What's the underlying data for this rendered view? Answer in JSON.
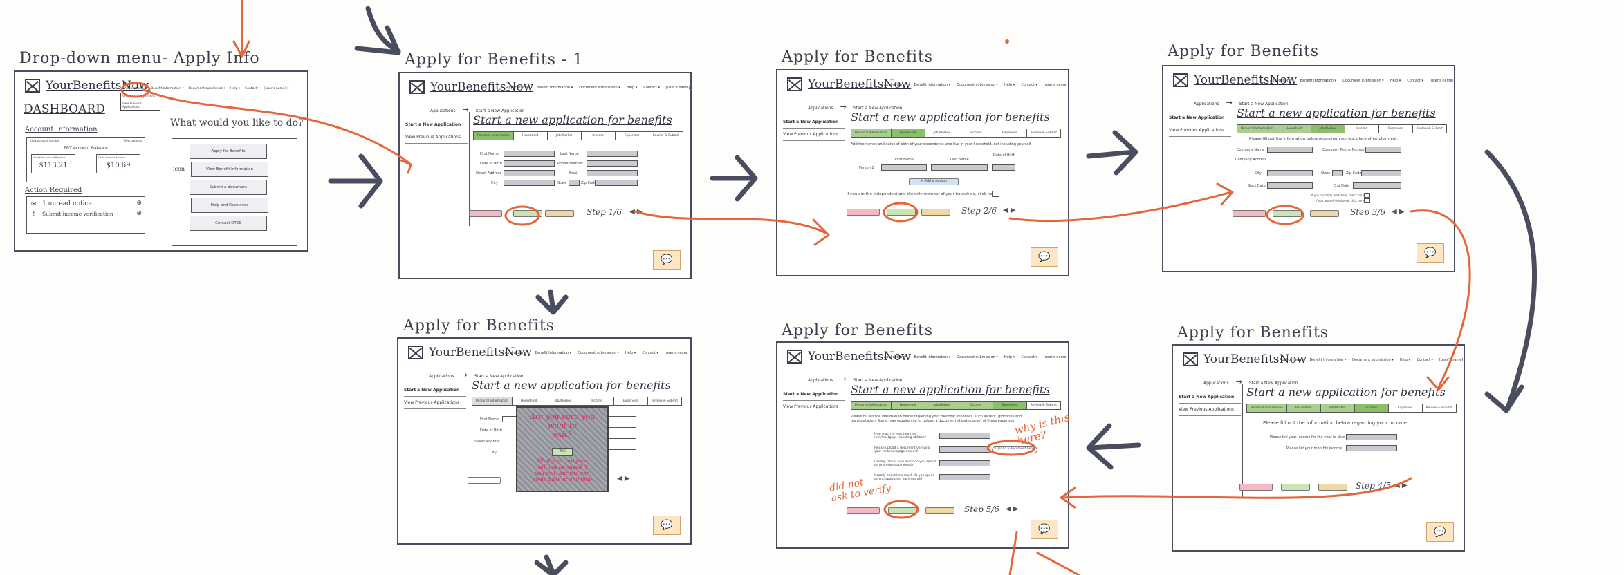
{
  "titles": {
    "dropdown": "Drop-down menu- Apply Info",
    "apply1": "Apply for Benefits - 1",
    "apply": "Apply for Benefits"
  },
  "app": {
    "logo": "YourBenefitsNow",
    "nav": [
      "Applications",
      "Benefit Information",
      "Document submission",
      "Help",
      "Contact",
      "[user's name]"
    ],
    "breadcrumb_root": "Applications",
    "breadcrumb_leaf": "Start a New Application",
    "sidebar_new": "Start a New Application",
    "sidebar_prev": "View Previous Applications",
    "heading": "Start a new application for benefits",
    "tabs": [
      "Personal Information",
      "Household",
      "Job/Worker",
      "Income",
      "Expenses",
      "Review & Submit"
    ],
    "chat_icon": "chat-bubble-icon"
  },
  "dashboard": {
    "title": "DASHBOARD",
    "account_info": "Account Information",
    "account_number_label": "View account number",
    "balance_label": "View balance",
    "ebt_balance": "EBT Account Balance",
    "available_label": "Available Account Balance",
    "available_value": "$113.21",
    "cash_label": "Cash Account Balance",
    "cash_value": "$10.69",
    "action_required": "Action Required",
    "notice": "1 unread notice",
    "submit_verification": "Submit income verification",
    "what_to_do": "What would you like to do?",
    "icon_note": "icon",
    "menu": [
      "Apply for Benefits",
      "View Benefit Information",
      "Submit a document",
      "Help and Resources",
      "Contact DTSS"
    ],
    "dropdown_items": [
      "Applications",
      "Start a New Application",
      "View Previous Applications"
    ]
  },
  "personal_form": {
    "fields": [
      "First Name",
      "Last Name",
      "Date of Birth",
      "Phone Number",
      "Street Address",
      "Email",
      "City",
      "State",
      "Zip Code"
    ],
    "step": "Step 1/6"
  },
  "household_form": {
    "intro": "Add the names and dates of birth of your dependents who live in your household, not including yourself",
    "headers": [
      "First Name",
      "Last Name",
      "Date of Birth"
    ],
    "person_label": "Person 1",
    "add_person": "+ Add a person",
    "independent": "If you are the independent and the only member of your household, click here",
    "step": "Step 2/6"
  },
  "job_form": {
    "intro": "Please fill out the information below regarding your last place of employment.",
    "fields": [
      "Company Name",
      "Company Phone Number",
      "Company Address",
      "City",
      "State",
      "Zip Code",
      "Start Date",
      "End Date"
    ],
    "current_job": "If you currently work here, check here",
    "self_employed": "If you are self-employed, click here",
    "step": "Step 3/6"
  },
  "exit_modal": {
    "question": "Are you sure you\nwant to\nexit?",
    "yes": "Yes",
    "warning": "All of your progress\nwill not be saved if\nyou exit, but you can\ncome back at any time"
  },
  "income_form": {
    "intro": "Please fill out the information below regarding your income.",
    "fields": [
      "Please tell your income for the year to date",
      "Please list your monthly income"
    ],
    "step": "Step 4/5"
  },
  "expenses_form": {
    "intro": "Please fill out the information below regarding your monthly expenses, such as rent, groceries and transportation. Some may require you to upload a document showing proof of these expenses.",
    "fields": [
      "How much is your monthly rent/mortgage including utilities?",
      "Please upload a document verifying your rent/mortgage amount",
      "Usually, about how much do you spend on groceries each month?",
      "Usually about how much do you spend on transportation each month?"
    ],
    "upload_button": "Upload a document here",
    "step": "Step 5/6"
  },
  "annotations": {
    "why_here": "why is this\nhere?",
    "did_not_ask": "did not\nask to verify"
  },
  "colors": {
    "ink": "#3a3d4c",
    "orange": "#e4663a",
    "green": "#a9cf8f",
    "red": "#f6b9c4",
    "tan": "#efd8a4",
    "chat": "#fde6c4"
  }
}
